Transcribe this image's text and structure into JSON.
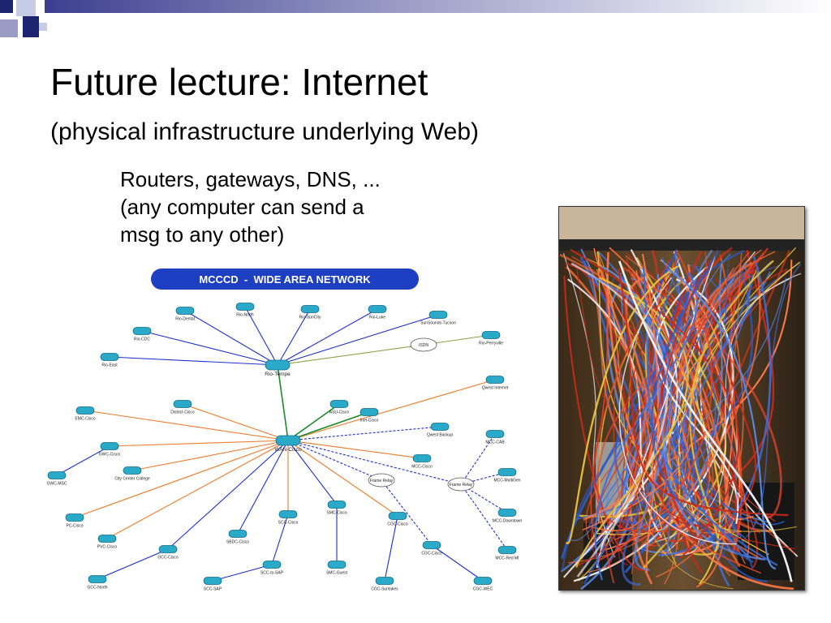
{
  "slide": {
    "title": "Future lecture: Internet",
    "subtitle": "(physical infrastructure underlying Web)",
    "bullets": [
      "Routers, gateways, DNS, ...",
      "(any computer can send a",
      "msg to any other)"
    ]
  },
  "diagram": {
    "banner": "MCCCD  -  WIDE AREA NETWORK",
    "colors": {
      "banner": "#1f3fc2",
      "router": "#2aa9c9",
      "frame_relay": "#1e2fd0",
      "t1": "#f07a2a",
      "isdn": "#8aa34a",
      "ethernet": "#1a8a2a"
    },
    "hubs": [
      "Rio-Tempe",
      "WAN-Cisco"
    ],
    "nodes": [
      "Rio-Dental",
      "Rio-North",
      "Rio-SunCity",
      "Rio-Luke",
      "SunSounds-Tucson",
      "Rio-CDC",
      "Rio-Perryville",
      "Rio-East",
      "ISDN",
      "Qwest Internet",
      "District-Cisco",
      "ASU-Cisco",
      "Inet-Cisco",
      "EMC-Cisco",
      "Qwest Backup",
      "MCC-CAB",
      "GWC-Cisco",
      "MCC-Cisco",
      "City Center College",
      "GWC-MSC",
      "Frame Relay",
      "Frame Relay",
      "MCC-MultiGen",
      "PC-Cisco",
      "SCC-Cisco",
      "SMC-Cisco",
      "CGC-Cisco",
      "MCC-Downtown",
      "PVC-Cisco",
      "SBDC-Cisco",
      "CGC-Cisco",
      "MCC-Red Mt",
      "GCC-Cisco",
      "SCC-to-SAP",
      "SMC-Guest",
      "GCC-North",
      "SCC-SAP",
      "CGC-Sunlakes",
      "CGC-WEC"
    ]
  },
  "photo": {
    "subject": "server-rack-cabling"
  }
}
